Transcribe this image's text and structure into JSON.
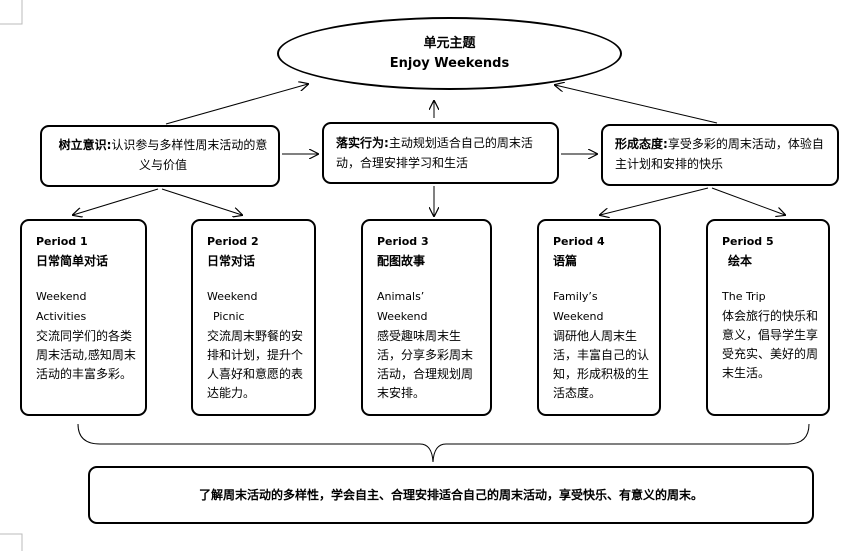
{
  "theme": {
    "title": "单元主题",
    "subtitle": "Enjoy Weekends"
  },
  "goals": [
    {
      "label": "树立意识:",
      "text": "认识参与多样性周末活动的意义与价值"
    },
    {
      "label": "落实行为:",
      "text": "主动规划适合自己的周末活动，合理安排学习和生活"
    },
    {
      "label": "形成态度:",
      "text": "享受多彩的周末活动，体验自主计划和安排的快乐"
    }
  ],
  "periods": [
    {
      "title": "Period 1",
      "cn": "日常简单对话",
      "en1": "Weekend",
      "en2": "Activities",
      "desc": "交流同学们的各类周末活动,感知周末活动的丰富多彩。"
    },
    {
      "title": "Period 2",
      "cn": "日常对话",
      "en1": "Weekend",
      "en2": "Picnic",
      "desc": "交流周末野餐的安排和计划，提升个人喜好和意愿的表达能力。"
    },
    {
      "title": "Period 3",
      "cn": "配图故事",
      "en1": "Animals’",
      "en2": "Weekend",
      "desc": "感受趣味周末生活，分享多彩周末活动，合理规划周末安排。"
    },
    {
      "title": "Period 4",
      "cn": "语篇",
      "en1": "Family’s",
      "en2": "Weekend",
      "desc": "调研他人周末生活，丰富自己的认知，形成积极的生活态度。"
    },
    {
      "title": "Period 5",
      "cn": "绘本",
      "en1": "The Trip",
      "en2": "",
      "desc": "体会旅行的快乐和意义，倡导学生享受充实、美好的周末生活。"
    }
  ],
  "summary": "了解周末活动的多样性，学会自主、合理安排适合自己的周末活动，享受快乐、有意义的周末。"
}
